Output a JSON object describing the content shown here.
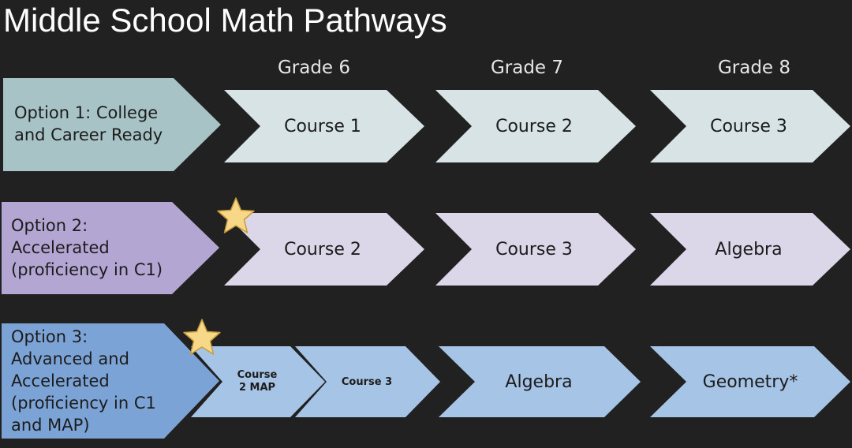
{
  "title": "Middle School Math Pathways",
  "grades": [
    "Grade 6",
    "Grade 7",
    "Grade 8"
  ],
  "rows": [
    {
      "option": "Option 1: College\nand Career Ready",
      "option_color": "#a7c3c6",
      "course_color": "#d7e3e5",
      "courses": [
        "Course 1",
        "Course 2",
        "Course 3"
      ]
    },
    {
      "option": "Option 2:\nAccelerated\n(proficiency in C1)",
      "option_color": "#b3a6d3",
      "course_color": "#dcd6e9",
      "courses": [
        "Course 2",
        "Course 3",
        "Algebra"
      ]
    },
    {
      "option": "Option 3:\nAdvanced and\nAccelerated\n(proficiency in C1\nand MAP)",
      "option_color": "#7ba3d5",
      "course_color": "#a6c4e6",
      "courses": [
        "Course\n2 MAP",
        "Course 3",
        "Algebra",
        "Geometry*"
      ]
    }
  ],
  "icons": {
    "star": "star-icon"
  },
  "colors": {
    "background": "#212121",
    "star_fill": "#f7d888",
    "star_stroke": "#c79a3c"
  }
}
